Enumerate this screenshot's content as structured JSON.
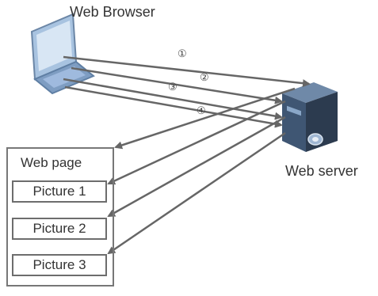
{
  "labels": {
    "browser": "Web Browser",
    "server": "Web server",
    "web_page": "Web page"
  },
  "pictures": [
    "Picture 1",
    "Picture 2",
    "Picture 3"
  ],
  "steps": [
    "①",
    "②",
    "③",
    "④"
  ],
  "colors": {
    "arrow": "#666666",
    "laptop_blue": "#8fb0d6",
    "server_dark": "#2f3f52",
    "server_blue": "#4e6d92"
  }
}
